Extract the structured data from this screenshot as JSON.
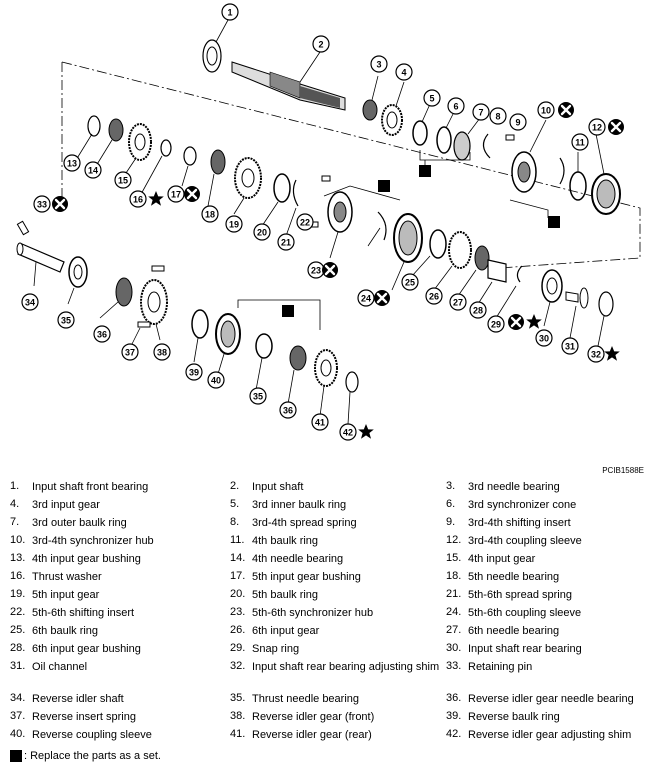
{
  "figure_code": "PCIB1588E",
  "callout_numbers": [
    "1",
    "2",
    "3",
    "4",
    "5",
    "6",
    "7",
    "8",
    "9",
    "10",
    "11",
    "12",
    "13",
    "14",
    "15",
    "16",
    "17",
    "18",
    "19",
    "20",
    "21",
    "22",
    "23",
    "24",
    "25",
    "26",
    "27",
    "28",
    "29",
    "30",
    "31",
    "32",
    "33",
    "34",
    "35",
    "36",
    "37",
    "38",
    "39",
    "40",
    "41",
    "42"
  ],
  "legend": [
    {
      "num": "1.",
      "name": "Input shaft front bearing"
    },
    {
      "num": "2.",
      "name": "Input shaft"
    },
    {
      "num": "3.",
      "name": "3rd needle bearing"
    },
    {
      "num": "4.",
      "name": "3rd input gear"
    },
    {
      "num": "5.",
      "name": "3rd inner baulk ring"
    },
    {
      "num": "6.",
      "name": "3rd synchronizer cone"
    },
    {
      "num": "7.",
      "name": "3rd outer baulk ring"
    },
    {
      "num": "8.",
      "name": "3rd-4th spread spring"
    },
    {
      "num": "9.",
      "name": "3rd-4th shifting insert"
    },
    {
      "num": "10.",
      "name": "3rd-4th synchronizer hub"
    },
    {
      "num": "11.",
      "name": "4th baulk ring"
    },
    {
      "num": "12.",
      "name": "3rd-4th coupling sleeve"
    },
    {
      "num": "13.",
      "name": "4th input gear bushing"
    },
    {
      "num": "14.",
      "name": "4th needle bearing"
    },
    {
      "num": "15.",
      "name": "4th input gear"
    },
    {
      "num": "16.",
      "name": "Thrust washer"
    },
    {
      "num": "17.",
      "name": "5th input gear bushing"
    },
    {
      "num": "18.",
      "name": "5th needle bearing"
    },
    {
      "num": "19.",
      "name": "5th input gear"
    },
    {
      "num": "20.",
      "name": "5th baulk ring"
    },
    {
      "num": "21.",
      "name": "5th-6th spread spring"
    },
    {
      "num": "22.",
      "name": "5th-6th shifting insert"
    },
    {
      "num": "23.",
      "name": "5th-6th synchronizer hub"
    },
    {
      "num": "24.",
      "name": "5th-6th coupling sleeve"
    },
    {
      "num": "25.",
      "name": "6th baulk ring"
    },
    {
      "num": "26.",
      "name": "6th input gear"
    },
    {
      "num": "27.",
      "name": "6th needle bearing"
    },
    {
      "num": "28.",
      "name": "6th input gear bushing"
    },
    {
      "num": "29.",
      "name": "Snap ring"
    },
    {
      "num": "30.",
      "name": "Input shaft rear bearing"
    },
    {
      "num": "31.",
      "name": "Oil channel"
    },
    {
      "num": "32.",
      "name": "Input shaft rear bearing adjusting shim"
    },
    {
      "num": "33.",
      "name": "Retaining pin"
    },
    {
      "num": "34.",
      "name": "Reverse idler shaft"
    },
    {
      "num": "35.",
      "name": "Thrust needle bearing"
    },
    {
      "num": "36.",
      "name": "Reverse idler gear needle bearing"
    },
    {
      "num": "37.",
      "name": "Reverse insert spring"
    },
    {
      "num": "38.",
      "name": "Reverse idler gear (front)"
    },
    {
      "num": "39.",
      "name": "Reverse baulk ring"
    },
    {
      "num": "40.",
      "name": "Reverse coupling sleeve"
    },
    {
      "num": "41.",
      "name": "Reverse idler gear (rear)"
    },
    {
      "num": "42.",
      "name": "Reverse idler gear adjusting shim"
    }
  ],
  "note": ": Replace the parts as a set."
}
